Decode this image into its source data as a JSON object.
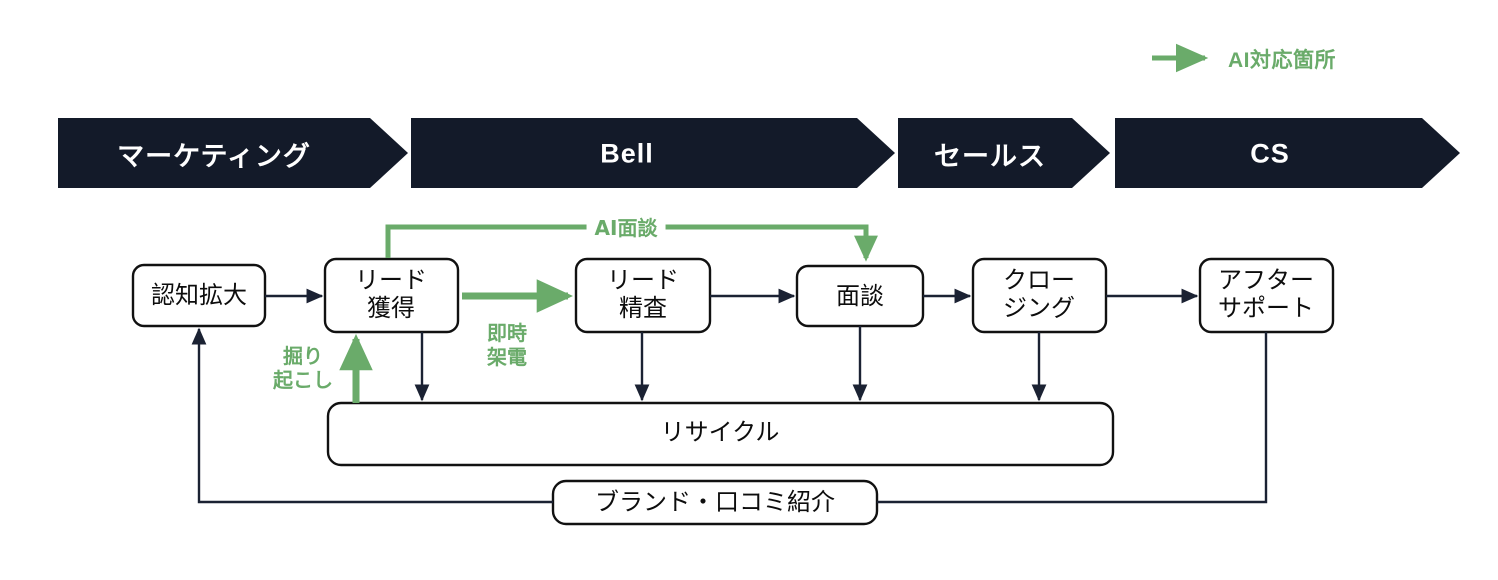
{
  "legend": {
    "arrow_icon": "green-arrow-icon",
    "label": "AI対応箇所",
    "color": "#6aab6a"
  },
  "colors": {
    "banner_fill": "#131a29",
    "banner_text": "#ffffff",
    "accent_green": "#6aab6a",
    "line_dark": "#1b2233",
    "node_border": "#111111",
    "background": "#ffffff"
  },
  "banners": [
    {
      "label": "マーケティング"
    },
    {
      "label": "Bell"
    },
    {
      "label": "セールス"
    },
    {
      "label": "CS"
    }
  ],
  "nodes": [
    {
      "id": "awareness",
      "label": "認知拡大"
    },
    {
      "id": "lead-acquisition",
      "label": "リード\n獲得"
    },
    {
      "id": "lead-screening",
      "label": "リード\n精査"
    },
    {
      "id": "interview",
      "label": "面談"
    },
    {
      "id": "closing",
      "label": "クロー\nジング"
    },
    {
      "id": "after-support",
      "label": "アフター\nサポート"
    },
    {
      "id": "recycle",
      "label": "リサイクル"
    },
    {
      "id": "brand-referral",
      "label": "ブランド・口コミ紹介"
    }
  ],
  "flow_labels": [
    {
      "id": "ai-interview",
      "label": "AI面談",
      "accent": true
    },
    {
      "id": "immediate-call",
      "label": "即時\n架電",
      "accent": true
    },
    {
      "id": "dig-up",
      "label": "掘り\n起こし",
      "accent": true
    }
  ]
}
